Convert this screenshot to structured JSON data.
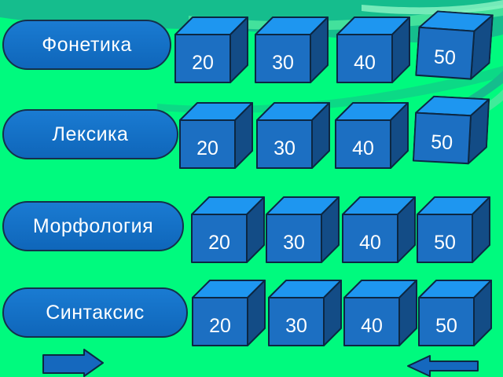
{
  "categories": [
    {
      "label": "Фонетика",
      "values": [
        "20",
        "30",
        "40",
        "50"
      ]
    },
    {
      "label": "Лексика",
      "values": [
        "20",
        "30",
        "40",
        "50"
      ]
    },
    {
      "label": "Морфология",
      "values": [
        "20",
        "30",
        "40",
        "50"
      ]
    },
    {
      "label": "Синтаксис",
      "values": [
        "20",
        "30",
        "40",
        "50"
      ]
    }
  ],
  "navigation": {
    "forward_icon": "right-arrow",
    "back_icon": "left-arrow"
  },
  "colors": {
    "background": "#00FA7E",
    "top_band": "#15BD8D",
    "swirl_light": "#4BE79F",
    "swirl_lighter": "#8CF5C4",
    "oval_fill": "#1371C9",
    "oval_border": "#14304A",
    "cube_front": "#1C6FC2",
    "cube_top": "#1E96F0",
    "cube_side": "#134C86",
    "cube_outline": "#0C2742",
    "arrow_fill": "#1568BE",
    "text": "#FFFFFF"
  }
}
